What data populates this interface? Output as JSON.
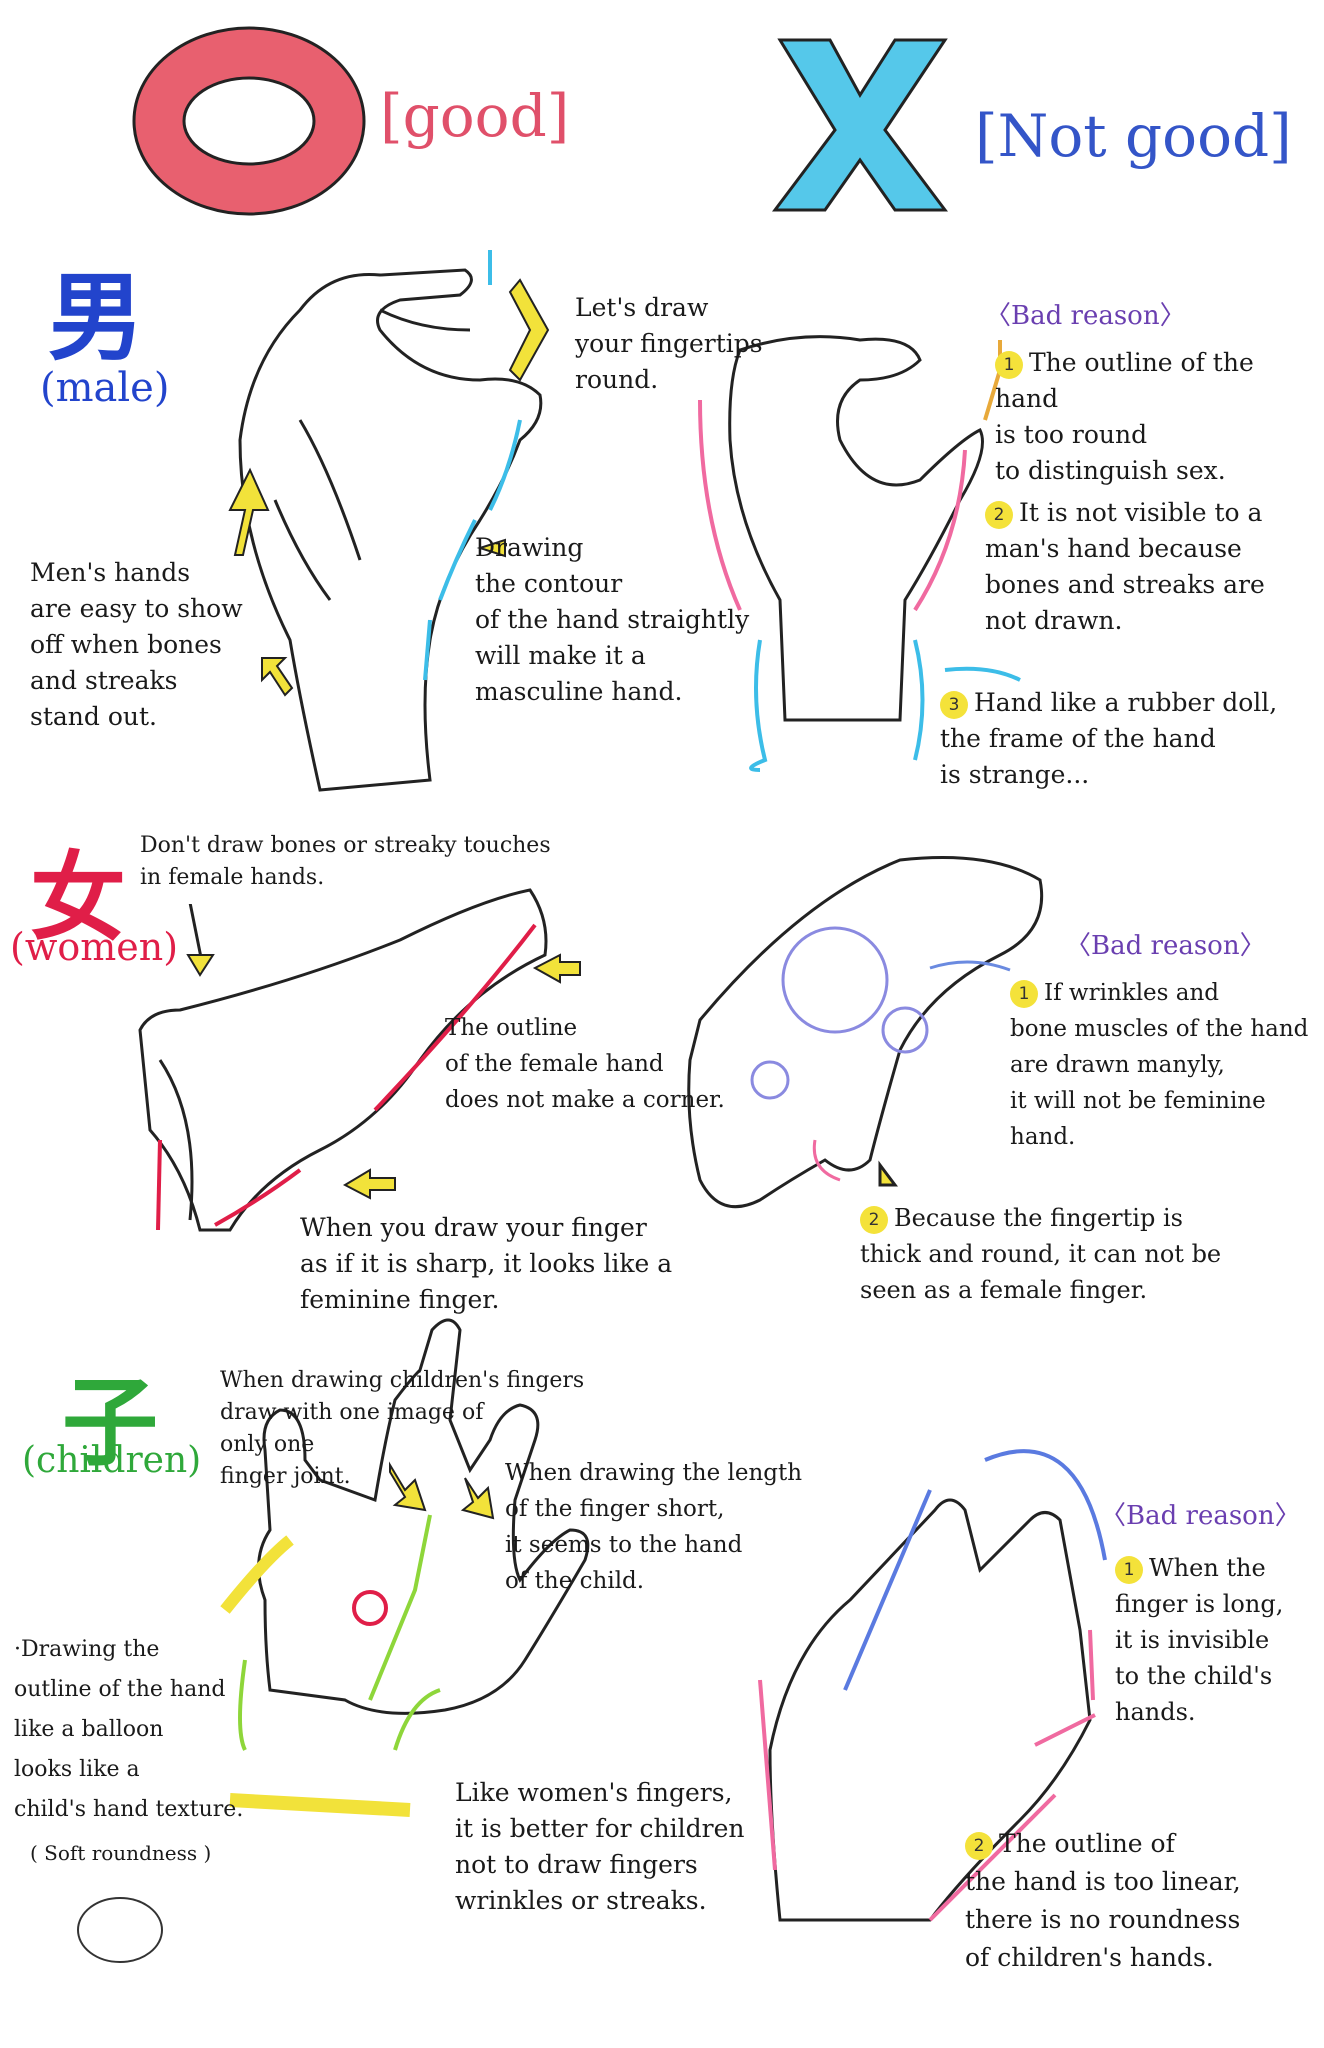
{
  "header": {
    "good_mark": "O",
    "good_label": "[good]",
    "bad_mark": "X",
    "bad_label": "[Not good]"
  },
  "male": {
    "kanji": "男",
    "label": "(male)",
    "tip_round": "Let's draw\nyour fingertips\nround.",
    "tip_bones": "Men's hands\nare easy to show\noff when bones\nand streaks\nstand out.",
    "tip_contour": "Drawing\nthe contour\nof the hand straightly\nwill make it a\nmasculine hand.",
    "bad_reason": "〈Bad reason〉",
    "reason1_num": "1",
    "reason1": "The outline of the hand\nis too round\nto distinguish sex.",
    "reason2_num": "2",
    "reason2": "It is not visible to a\nman's hand because\nbones and streaks are\nnot drawn.",
    "reason3_num": "3",
    "reason3": "Hand like a rubber doll,\nthe frame of the hand\nis strange..."
  },
  "women": {
    "kanji": "女",
    "label": "(women)",
    "tip_nobones": "Don't draw bones or streaky touches\nin female hands.",
    "tip_outline": "The outline\nof the female hand\ndoes not make a corner.",
    "tip_sharp": "When you draw your finger\nas if it is sharp, it looks like a\nfeminine finger.",
    "bad_reason": "〈Bad reason〉",
    "reason1_num": "1",
    "reason1": "If wrinkles and\nbone muscles of the hand\nare drawn manyly,\nit will not be feminine hand.",
    "reason2_num": "2",
    "reason2": "Because the fingertip is\nthick and round, it can not be\nseen as a female finger."
  },
  "children": {
    "kanji": "子",
    "label": "(children)",
    "tip_joint": "When drawing children's fingers\ndraw with one image of\nonly one\nfinger joint.",
    "tip_length": "When drawing the length\nof the finger short,\nit seems to the hand\nof the child.",
    "tip_balloon": "·Drawing the\noutline of the hand\nlike a balloon\nlooks like a\nchild's hand texture.",
    "tip_soft": "( Soft roundness )",
    "tip_wrinkles": "Like women's fingers,\nit is better for children\nnot to draw fingers\nwrinkles or streaks.",
    "bad_reason": "〈Bad reason〉",
    "reason1_num": "1",
    "reason1": "When the\nfinger is long,\nit is invisible\nto the child's\nhands.",
    "reason2_num": "2",
    "reason2": "The outline of\nthe hand is too linear,\nthere is no roundness\nof children's hands."
  },
  "colors": {
    "good": "#e8606f",
    "bad": "#55c8ea",
    "male": "#2244cc",
    "women": "#e01e48",
    "children": "#2fa83a",
    "arrow_yellow": "#f2e23a",
    "pink": "#f06aa0",
    "cyan": "#3cbde8",
    "purple": "#6a3fb0"
  }
}
